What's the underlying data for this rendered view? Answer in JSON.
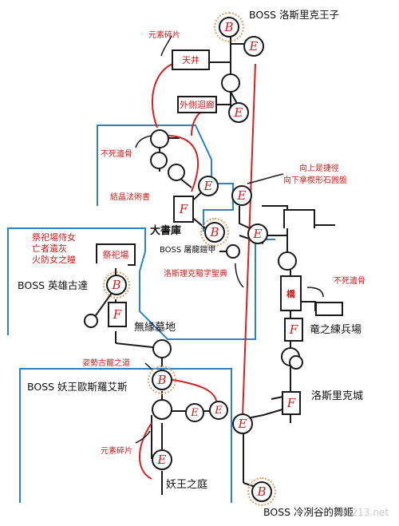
{
  "labels": {
    "boss_lothric": "BOSS 洛斯里克王子",
    "shard_top": "元素碎片",
    "tianjing": "天井",
    "outer_corridor": "外側迴廊",
    "undead_bone_left": "不死遺骨",
    "crystal_scroll": "結晶法術書",
    "great_library": "大書庫",
    "shortcut": "向上是捷徑",
    "stone_plate": "向下拿楔形石圓盤",
    "dragonslayer_armor": "BOSS 屠龍鎧甲",
    "lothric_scroll": "洛斯理克黯字聖典",
    "altar_items_1": "祭祀場侍女",
    "altar_items_2": "亡者遺灰",
    "altar_items_3": "火防女之瞳",
    "altar": "祭祀場",
    "boss_gundyr": "BOSS 英雄古達",
    "bridge": "橋",
    "undead_bone_right": "不死遺骨",
    "dragon_barracks": "竜之練兵場",
    "grave": "無緣墓地",
    "dragon_path": "姿勢古龍之道",
    "boss_oceiros": "BOSS 妖王歐斯羅艾斯",
    "lothric_castle": "洛斯里克城",
    "shard_bottom": "元素碎片",
    "consumed_garden": "妖王之庭",
    "boss_dancer": "BOSS 冷冽谷的舞姬",
    "watermark": "UXI213.net"
  },
  "icons": {
    "bonfire": "F",
    "boss": "B",
    "enemy": "E"
  },
  "colors": {
    "line": "#1a1a1a",
    "red_path": "#d42020",
    "label_red": "#cc1c1c",
    "region_blue": "#2b82c9",
    "boss_ring": "#e0a060"
  }
}
